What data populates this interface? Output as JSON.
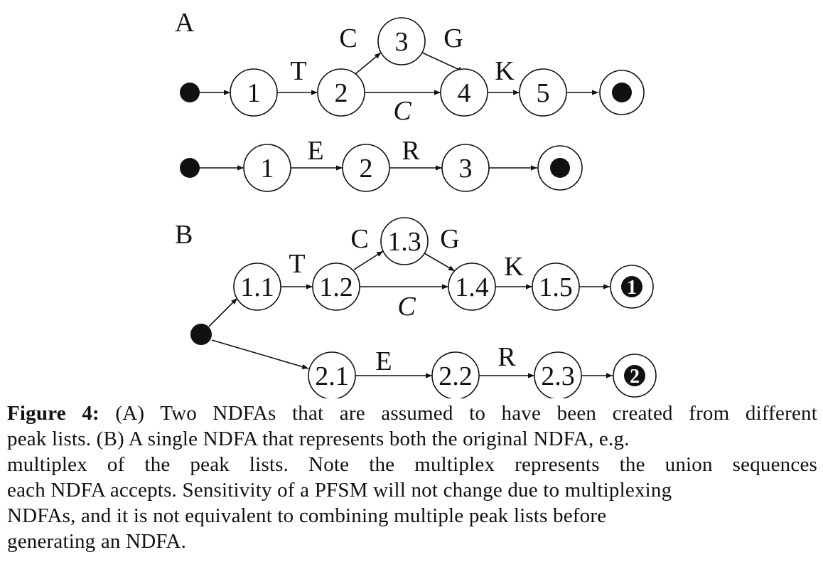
{
  "diagram": {
    "panels": [
      {
        "label": "A",
        "automata": [
          {
            "states": [
              "1",
              "2",
              "3",
              "4",
              "5"
            ],
            "transitions": [
              {
                "from": "1",
                "to": "2",
                "symbol": "T"
              },
              {
                "from": "2",
                "to": "3",
                "symbol": "C"
              },
              {
                "from": "3",
                "to": "4",
                "symbol": "G"
              },
              {
                "from": "2",
                "to": "4",
                "symbol": "C"
              },
              {
                "from": "4",
                "to": "5",
                "symbol": "K"
              }
            ]
          },
          {
            "states": [
              "1",
              "2",
              "3"
            ],
            "transitions": [
              {
                "from": "1",
                "to": "2",
                "symbol": "E"
              },
              {
                "from": "2",
                "to": "3",
                "symbol": "R"
              }
            ]
          }
        ]
      },
      {
        "label": "B",
        "states": [
          "1.1",
          "1.2",
          "1.3",
          "1.4",
          "1.5",
          "2.1",
          "2.2",
          "2.3"
        ],
        "end_labels": [
          "1",
          "2"
        ],
        "transitions": [
          {
            "from": "1.1",
            "to": "1.2",
            "symbol": "T"
          },
          {
            "from": "1.2",
            "to": "1.3",
            "symbol": "C"
          },
          {
            "from": "1.3",
            "to": "1.4",
            "symbol": "G"
          },
          {
            "from": "1.2",
            "to": "1.4",
            "symbol": "C"
          },
          {
            "from": "1.4",
            "to": "1.5",
            "symbol": "K"
          },
          {
            "from": "2.1",
            "to": "2.2",
            "symbol": "E"
          },
          {
            "from": "2.2",
            "to": "2.3",
            "symbol": "R"
          }
        ]
      }
    ]
  },
  "caption": {
    "figure_label": "Figure 4:",
    "lines": [
      " (A) Two NDFAs that are assumed to have been created from different",
      "peak lists. (B) A single NDFA that represents both the original NDFA, e.g.",
      "multiplex of the peak lists. Note the multiplex represents the union sequences",
      "each NDFA accepts. Sensitivity of a PFSM will not change due to multiplexing",
      "NDFAs, and it is not equivalent to combining multiple peak lists before",
      "generating an NDFA."
    ]
  }
}
